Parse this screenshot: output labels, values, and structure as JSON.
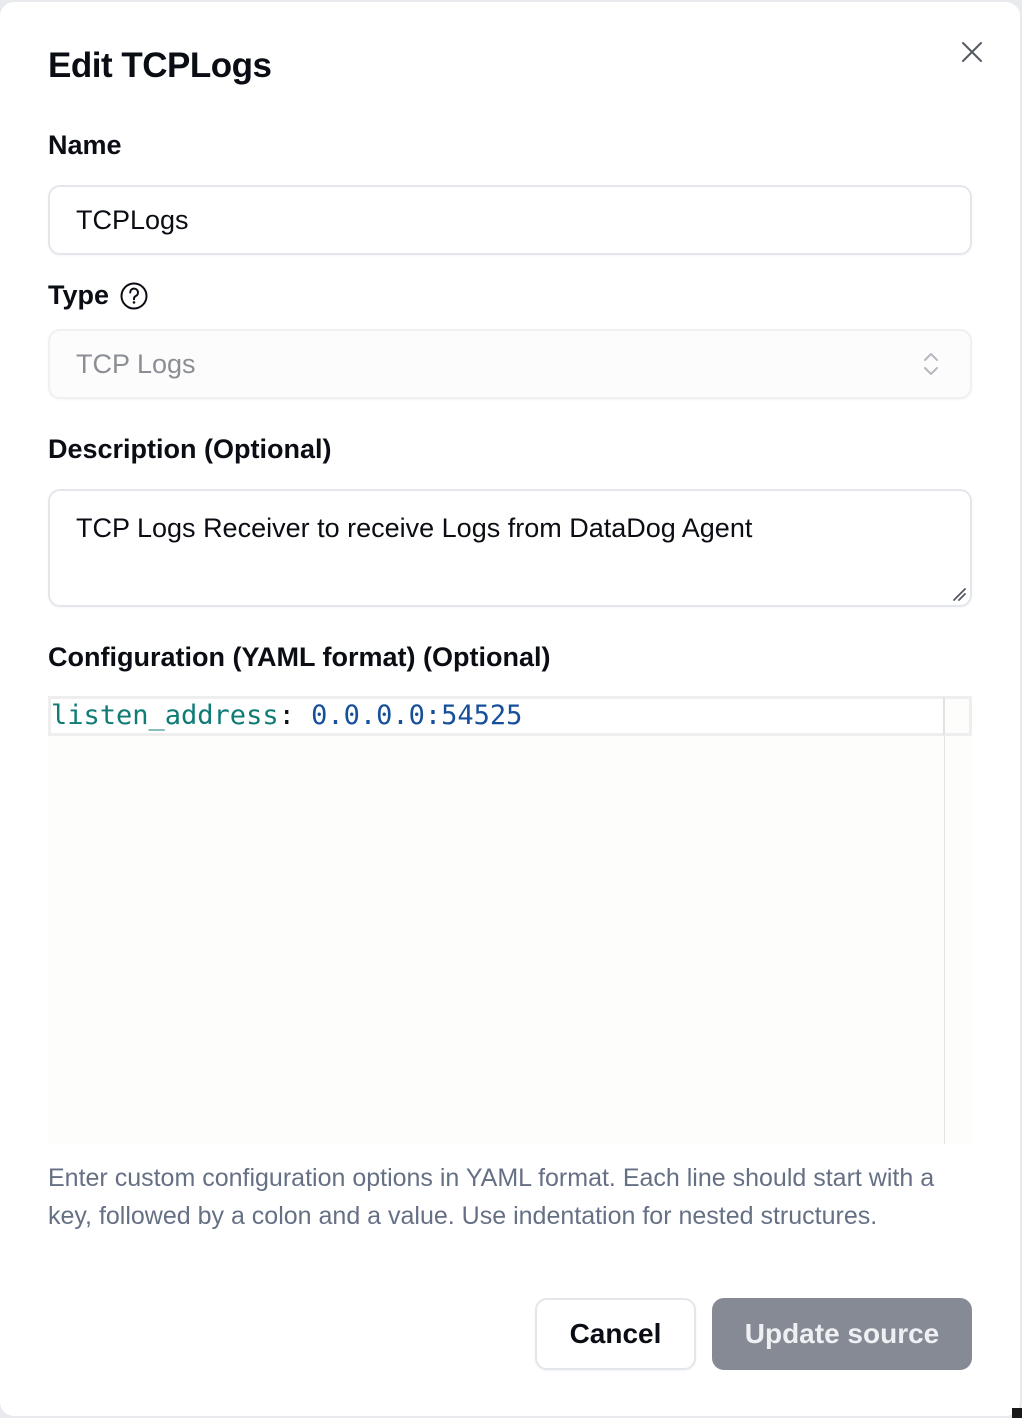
{
  "dialog": {
    "title": "Edit TCPLogs",
    "close_icon": "close-icon"
  },
  "form": {
    "name": {
      "label": "Name",
      "value": "TCPLogs"
    },
    "type": {
      "label": "Type",
      "help_icon": "question-circle-icon",
      "value": "TCP Logs",
      "disabled": true,
      "arrow_icon": "chevron-up-down-icon"
    },
    "description": {
      "label": "Description (Optional)",
      "value": "TCP Logs Receiver to receive Logs from DataDog Agent"
    },
    "configuration": {
      "label": "Configuration (YAML format) (Optional)",
      "lines": [
        {
          "key": "listen_address",
          "colon": ": ",
          "value": "0.0.0.0:54525"
        }
      ],
      "help_text": "Enter custom configuration options in YAML format. Each line should start with a key, followed by a colon and a value. Use indentation for nested structures."
    }
  },
  "actions": {
    "cancel_label": "Cancel",
    "submit_label": "Update source"
  },
  "colors": {
    "yaml_key": "#0f7b75",
    "yaml_value": "#17509a",
    "primary_disabled": "#868a94",
    "help_text": "#667085"
  }
}
